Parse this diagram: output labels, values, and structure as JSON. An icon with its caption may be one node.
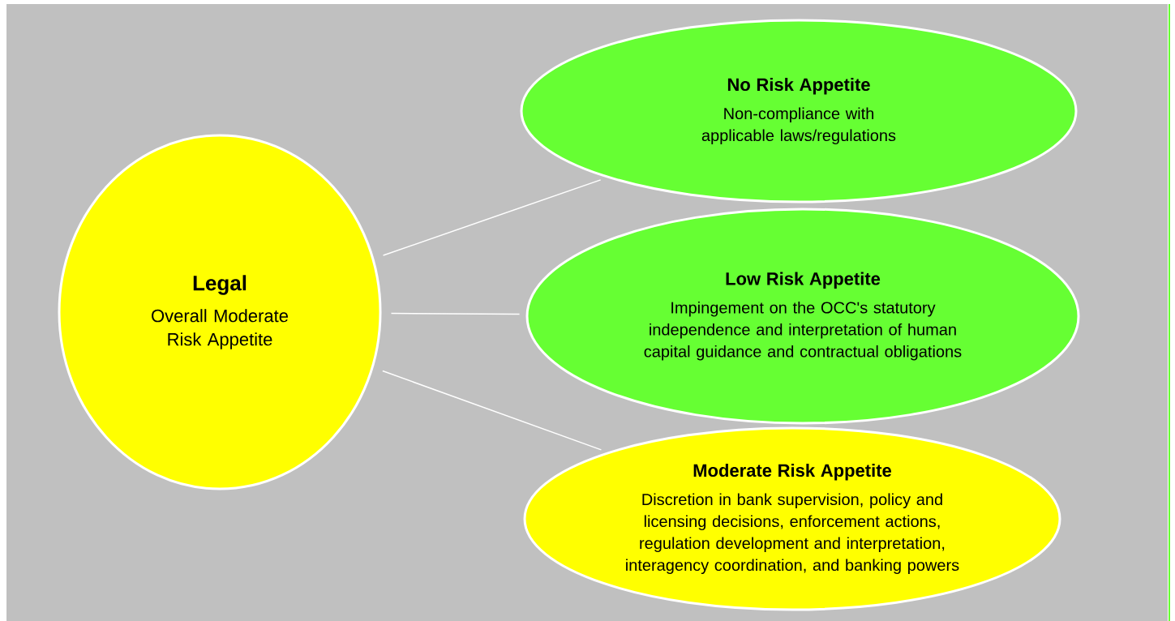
{
  "diagram": {
    "nodes": [
      {
        "text": [
          "Legal",
          "Overall Moderate Risk Appetite"
        ]
      },
      {
        "text": [
          "No Risk Appetite",
          "Non-compliance with applicable laws/regulations"
        ]
      },
      {
        "text": [
          "Low Risk Appetite",
          "Impingement on the OCC's statutory independence and interpretation of human capital guidance and contractual obligations"
        ]
      },
      {
        "text": [
          "Moderate Risk Appetite",
          "Discretion in bank supervision, policy and licensing decisions, enforcement actions, regulation development and interpretation, interagency coordination, and banking powers"
        ]
      }
    ],
    "edges": [
      {
        "from": 0,
        "to": 1,
        "arrow": "none"
      },
      {
        "from": 0,
        "to": 2,
        "arrow": "none"
      },
      {
        "from": 0,
        "to": 3,
        "arrow": "none"
      }
    ]
  }
}
